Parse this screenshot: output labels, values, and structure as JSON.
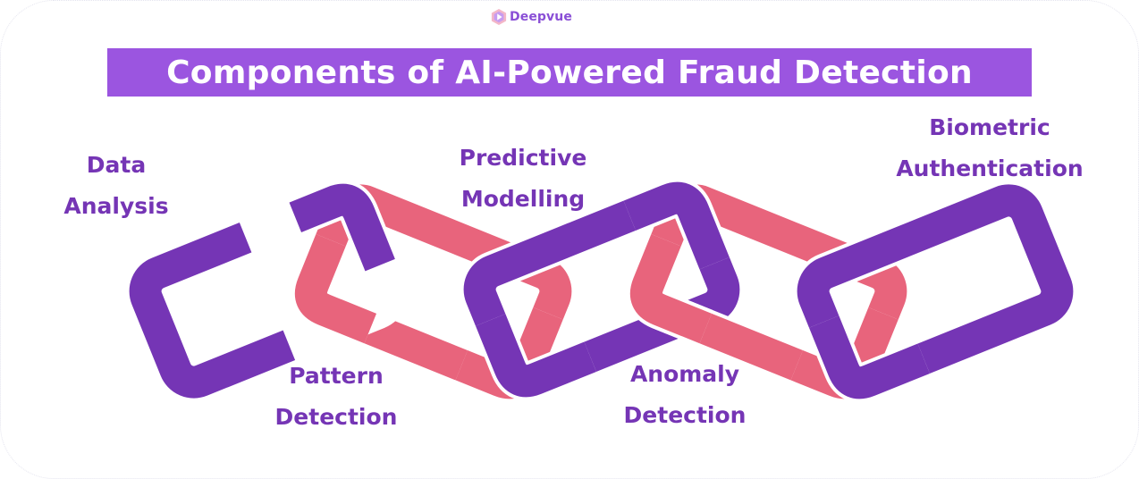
{
  "brand": {
    "name": "Deepvue",
    "logo_icon": "hexagon-play-logo-icon"
  },
  "title": "Components of AI-Powered Fraud Detection",
  "colors": {
    "title_bg": "#9b55e0",
    "purple_link": "#7535b5",
    "pink_link": "#e8647c",
    "label_text": "#7535b5",
    "brand_text": "#8a4fd6"
  },
  "components": [
    {
      "line1": "Data",
      "line2": "Analysis",
      "position": "top",
      "link_color": "purple"
    },
    {
      "line1": "Pattern",
      "line2": "Detection",
      "position": "bottom",
      "link_color": "pink"
    },
    {
      "line1": "Predictive",
      "line2": "Modelling",
      "position": "top",
      "link_color": "purple"
    },
    {
      "line1": "Anomaly",
      "line2": "Detection",
      "position": "bottom",
      "link_color": "pink"
    },
    {
      "line1": "Biometric",
      "line2": "Authentication",
      "position": "top",
      "link_color": "purple"
    }
  ]
}
